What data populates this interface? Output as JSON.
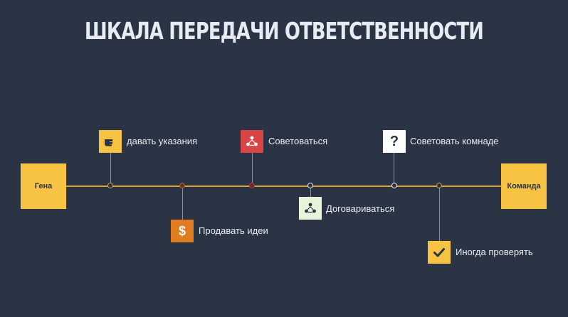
{
  "title": "ШКАЛА ПЕРЕДАЧИ ОТВЕТСТВЕННОСТИ",
  "left_end": "Гена",
  "right_end": "Команда",
  "steps": [
    {
      "label": "давать указания",
      "icon": "pointing-hand-icon",
      "color": "#f6c342"
    },
    {
      "label": "Продавать идеи",
      "icon": "dollar-icon",
      "color": "#e07b1f"
    },
    {
      "label": "Советоваться",
      "icon": "people-triangle-icon",
      "color": "#d94444"
    },
    {
      "label": "Договариваться",
      "icon": "people-triangle-icon",
      "color": "#e8f3da"
    },
    {
      "label": "Советовать комнаде",
      "icon": "question-icon",
      "color": "#ffffff"
    },
    {
      "label": "Иногда проверять",
      "icon": "checkmark-icon",
      "color": "#f6c342"
    }
  ]
}
